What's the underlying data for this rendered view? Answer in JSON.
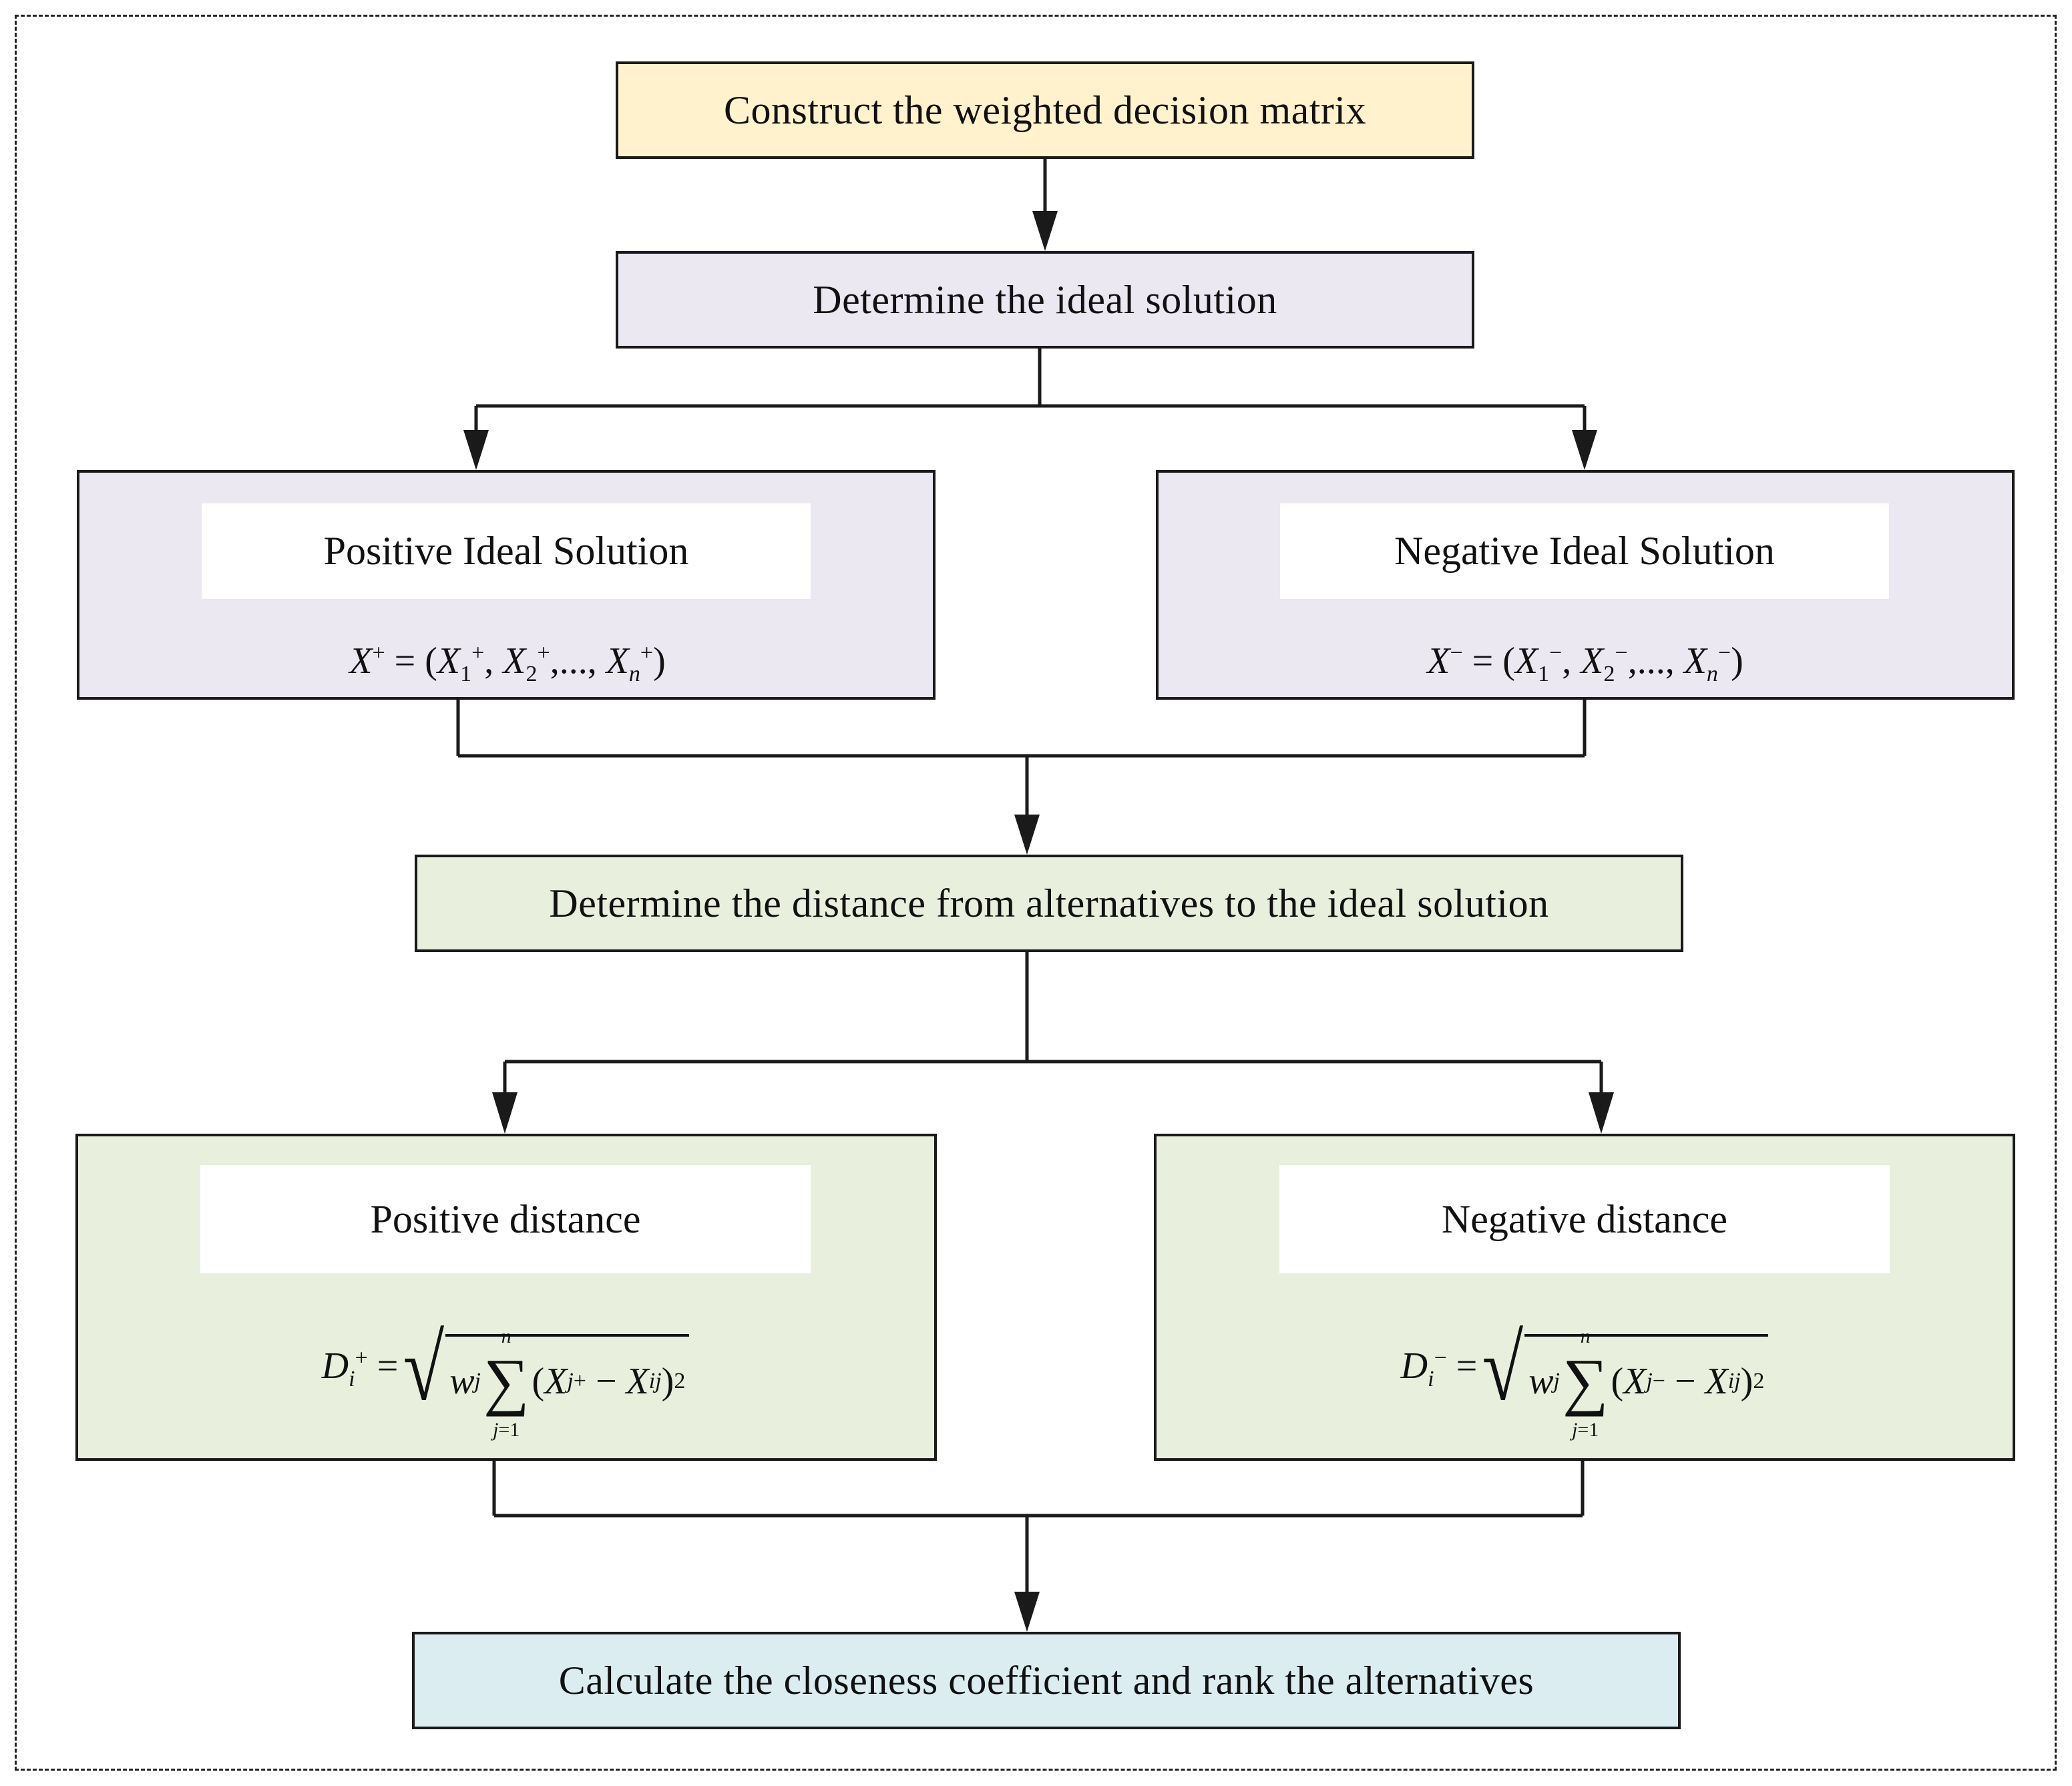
{
  "steps": {
    "construct": "Construct the weighted decision matrix",
    "ideal": "Determine the ideal solution",
    "positive_ideal": {
      "label": "Positive Ideal Solution",
      "lhs": "X",
      "sign": "+",
      "formula_text": "X+ = (X1+, X2+,..., Xn+)"
    },
    "negative_ideal": {
      "label": "Negative Ideal Solution",
      "lhs": "X",
      "sign": "−",
      "formula_text": "X− = (X1−, X2−,..., Xn−)"
    },
    "distance": "Determine the distance from alternatives to the ideal solution",
    "positive_distance": {
      "label": "Positive distance",
      "formula_text": "Di+ = √(wj Σ(j=1..n) (Xj+ − Xij)^2)"
    },
    "negative_distance": {
      "label": "Negative distance",
      "formula_text": "Di− = √(wj Σ(j=1..n) (Xj− − Xij)^2)"
    },
    "closeness": "Calculate the closeness coefficient and rank the alternatives"
  },
  "colors": {
    "construct_fill": "#fff2cc",
    "ideal_fill": "#ebe8f1",
    "distance_fill": "#e9efdd",
    "closeness_fill": "#dcedf2",
    "line": "#1a1a1a"
  }
}
